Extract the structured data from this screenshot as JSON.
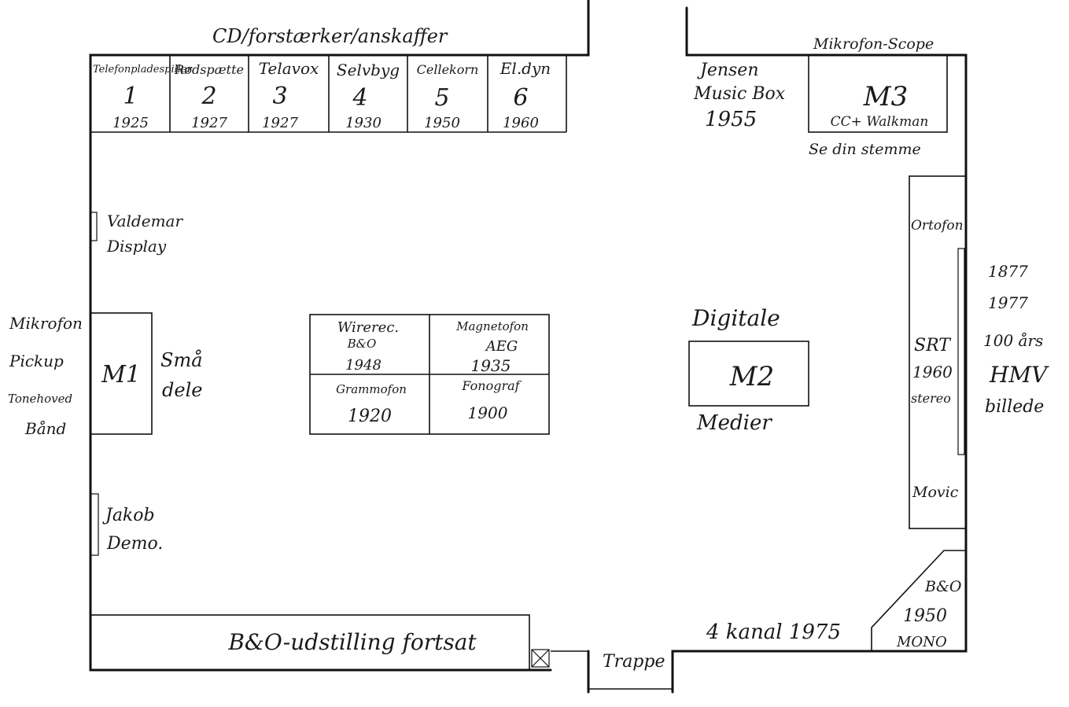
{
  "wall_labels": {
    "top_left": "CD/forstærker/anskaffer",
    "top_right": "Mikrofon-Scope",
    "stairs": "Trappe",
    "bottom_right": "4 kanal 1975"
  },
  "top_cabinets": [
    {
      "name": "Telefonpladespiller",
      "number": "1",
      "year": "1925"
    },
    {
      "name": "Rødspætte",
      "number": "2",
      "year": "1927"
    },
    {
      "name": "Telavox",
      "number": "3",
      "year": "1927"
    },
    {
      "name": "Selvbyg",
      "number": "4",
      "year": "1930"
    },
    {
      "name": "Cellekorn",
      "number": "5",
      "year": "1950"
    },
    {
      "name": "El.dyn",
      "number": "6",
      "year": "1960"
    }
  ],
  "jensen": {
    "line1": "Jensen",
    "line2": "Music Box",
    "year": "1955"
  },
  "m3": {
    "label": "M3",
    "sub": "CC+ Walkman",
    "below": "Se din stemme"
  },
  "valdemar": {
    "line1": "Valdemar",
    "line2": "Display"
  },
  "m1": {
    "label": "M1",
    "right_line1": "Små",
    "right_line2": "dele",
    "left_items": [
      "Mikrofon",
      "Pickup",
      "Tonehoved",
      "Bånd"
    ]
  },
  "jakob": {
    "line1": "Jakob",
    "line2": "Demo."
  },
  "center_grid": [
    {
      "line1": "Wirerec.",
      "line2": "B&O",
      "year": "1948"
    },
    {
      "line1": "Magnetofon",
      "line2": "AEG",
      "year": "1935"
    },
    {
      "line1": "Grammofon",
      "line2": "",
      "year": "1920"
    },
    {
      "line1": "Fonograf",
      "line2": "",
      "year": "1900"
    }
  ],
  "m2": {
    "above": "Digitale",
    "label": "M2",
    "below": "Medier"
  },
  "right_cabinet": {
    "top": "Ortofon",
    "mid_line1": "SRT",
    "mid_line2": "1960",
    "mid_line3": "stereo",
    "bottom": "Movic"
  },
  "hmv": {
    "line1": "1877",
    "line2": "1977",
    "line3": "100 års",
    "line4": "HMV",
    "line5": "billede"
  },
  "bo_corner": {
    "line1": "B&O",
    "line2": "1950",
    "line3": "MONO"
  },
  "bo_exhibit": "B&O-udstilling fortsat"
}
